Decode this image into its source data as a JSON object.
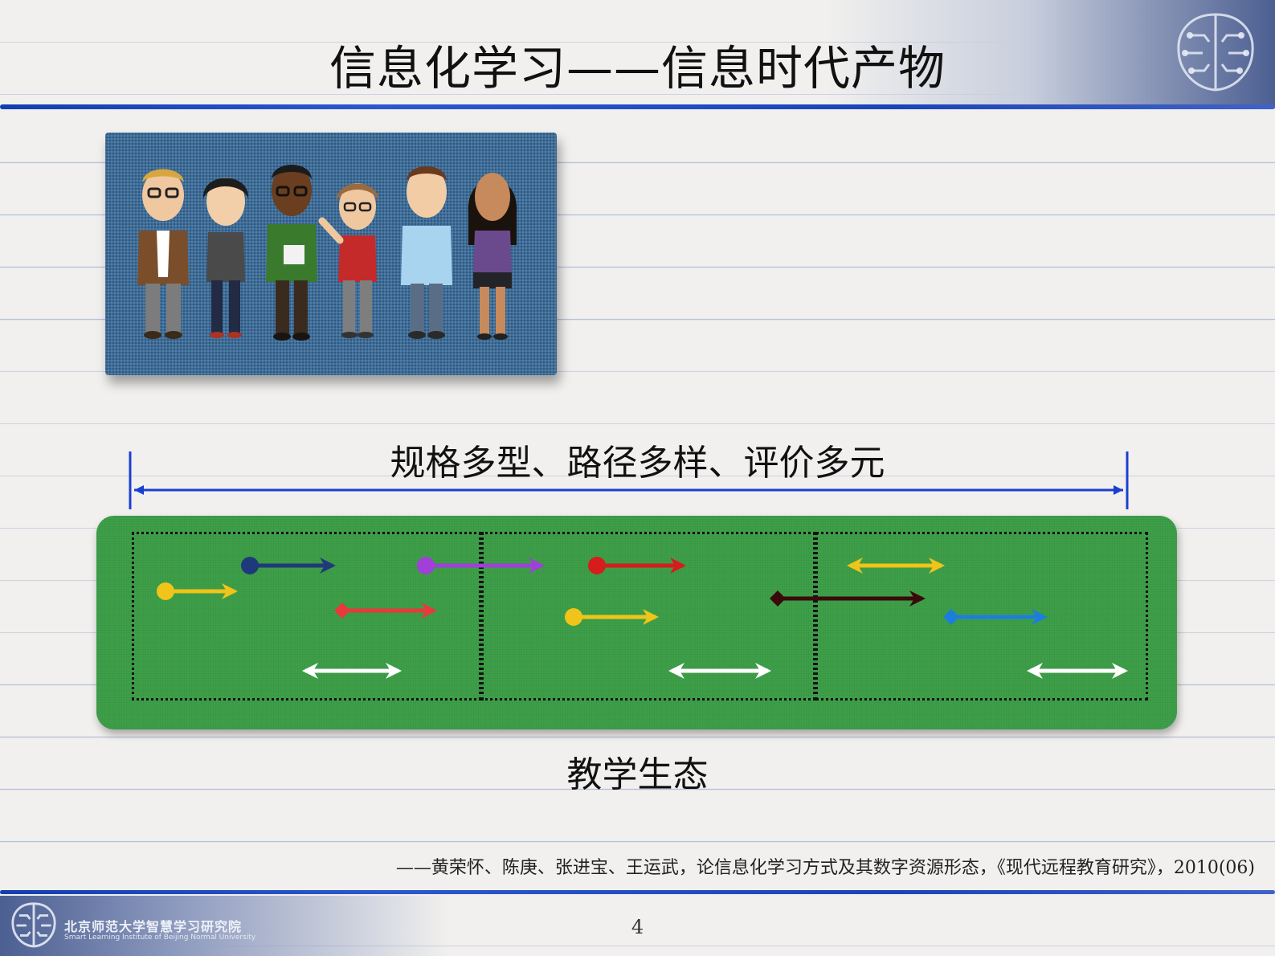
{
  "slide": {
    "title": "信息化学习——信息时代产物",
    "span_label": "规格多型、路径多样、评价多元",
    "caption": "教学生态",
    "citation": "——黄荣怀、陈庚、张进宝、王运武，论信息化学习方式及其数字资源形态，《现代远程教育研究》，2010(06)",
    "page_number": "4"
  },
  "footer": {
    "logo_cn": "北京师范大学智慧学习研究院",
    "logo_en": "Smart Learning Institute of Beijing Normal University"
  },
  "images": {
    "people": "six-cartoon-people-illustration",
    "field": "green-teaching-ecology-field"
  },
  "colors": {
    "rule_blue": "#1a44b8",
    "field_green": "#3fa24a",
    "arrow_yellow": "#f0c419",
    "arrow_navy": "#1f3a7a",
    "arrow_purple": "#a040d8",
    "arrow_red": "#d61c1c",
    "arrow_coral": "#e83a3a",
    "arrow_dark_maroon": "#3a0a0a",
    "arrow_blue": "#1c7de0",
    "arrow_white": "#ffffff"
  }
}
